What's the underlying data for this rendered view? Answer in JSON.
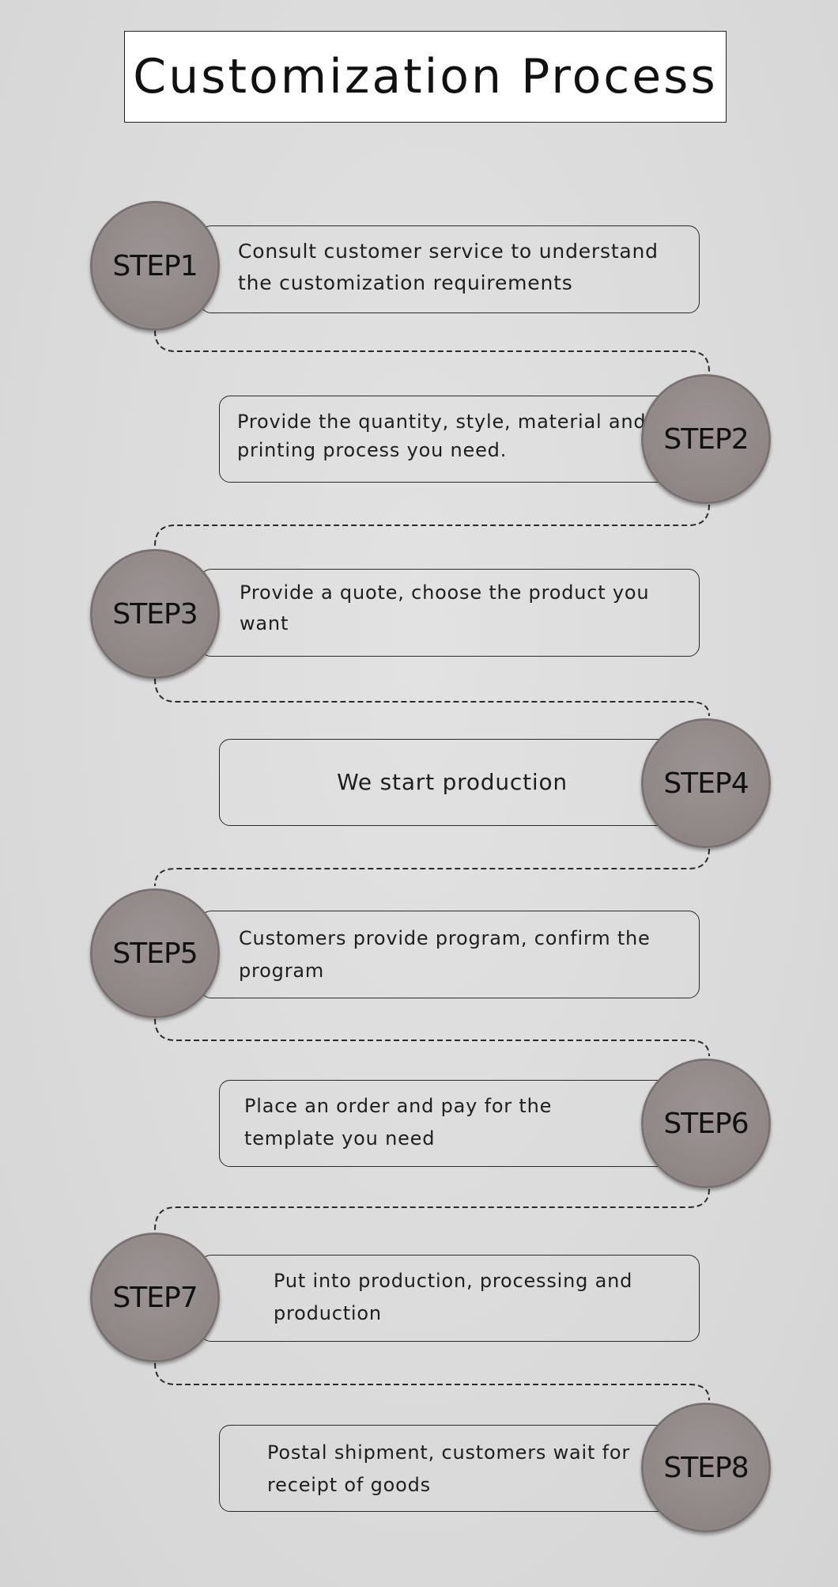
{
  "title": "Customization Process",
  "colors": {
    "background": "#dcdcdc",
    "circle_fill": "#918888",
    "border": "#2a2a2a",
    "text": "#111111"
  },
  "steps": [
    {
      "label": "STEP1",
      "text": "Consult customer service to understand the customization requirements"
    },
    {
      "label": "STEP2",
      "text": "Provide the quantity, style, material and printing process you need."
    },
    {
      "label": "STEP3",
      "text": "Provide a quote, choose the product you want"
    },
    {
      "label": "STEP4",
      "text": "We start production"
    },
    {
      "label": "STEP5",
      "text": "Customers provide program, confirm the program"
    },
    {
      "label": "STEP6",
      "text": "Place an order and pay for the template you need"
    },
    {
      "label": "STEP7",
      "text": "Put into production, processing and production"
    },
    {
      "label": "STEP8",
      "text": "Postal shipment, customers wait for receipt of goods"
    }
  ]
}
